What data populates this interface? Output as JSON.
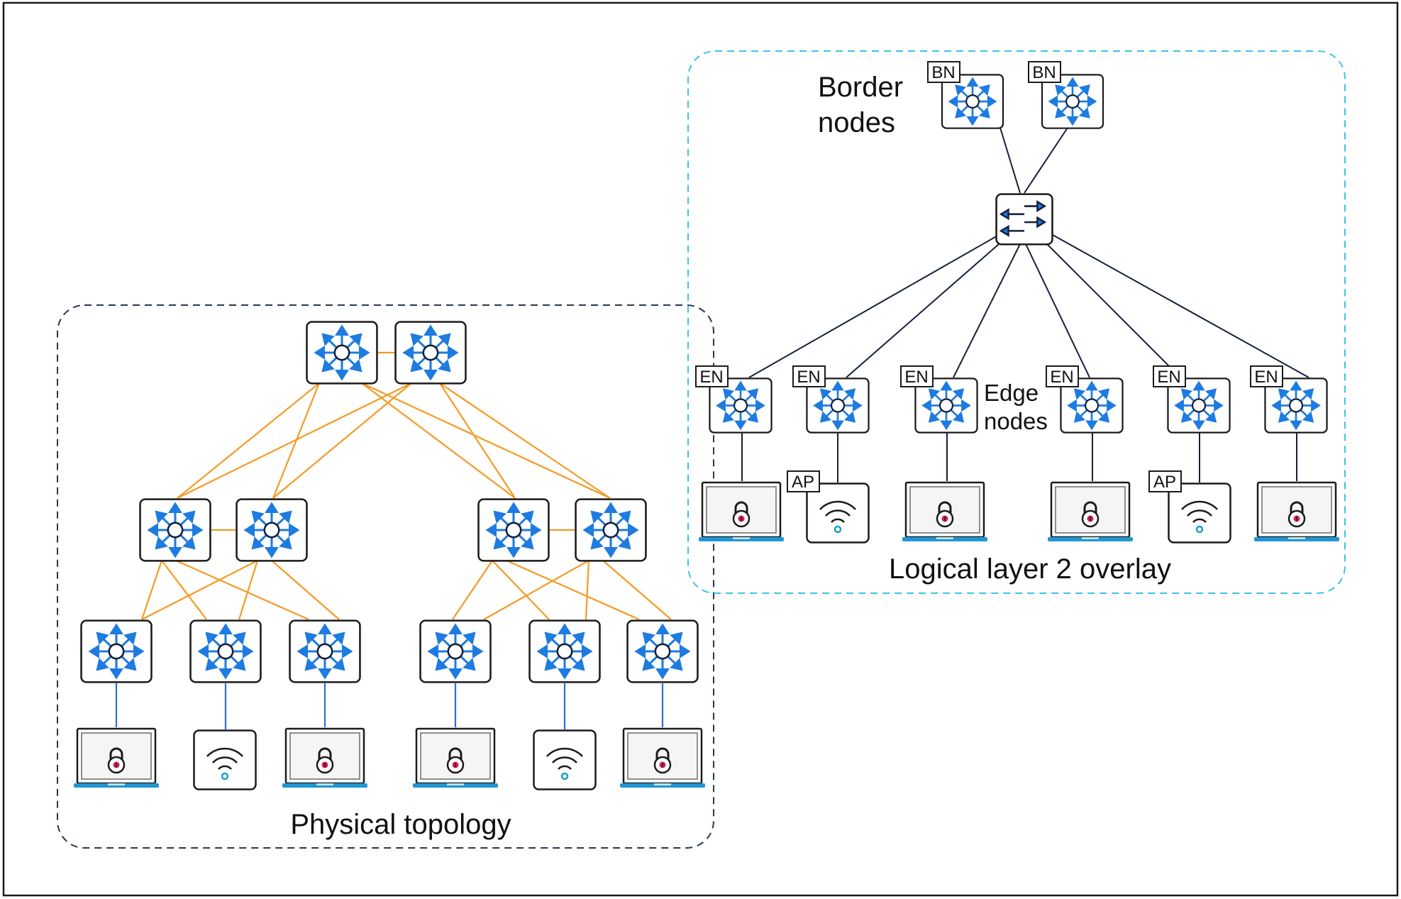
{
  "labels": {
    "physical_topology": "Physical topology",
    "logical_overlay": "Logical layer 2 overlay",
    "border_nodes_line1": "Border",
    "border_nodes_line2": "nodes",
    "edge_nodes_line1": "Edge",
    "edge_nodes_line2": "nodes"
  },
  "tags": {
    "border_node": "BN",
    "edge_node": "EN",
    "access_point": "AP"
  },
  "colors": {
    "physical_links": "#f59a23",
    "access_links": "#2f6fd0",
    "overlay_links": "#14203a",
    "overlay_box": "#3ec3e6",
    "physical_box": "#2a3550",
    "router_arrows": "#1e7be0",
    "laptop_base": "#1e96d2",
    "lock_dot": "#d81b60",
    "wifi_dot": "#1aa0c8"
  },
  "icons": [
    "router-icon",
    "l2-switch-icon",
    "laptop-lock-icon",
    "wifi-ap-icon"
  ]
}
